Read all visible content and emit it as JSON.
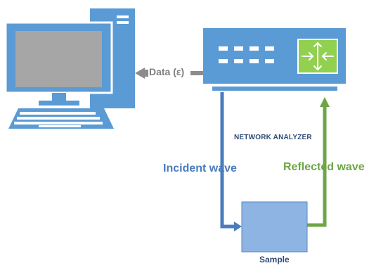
{
  "labels": {
    "data": "Data (ε)",
    "network_analyzer": "NETWORK ANALYZER",
    "incident_wave": "Incident wave",
    "reflected_wave": "Reflected wave",
    "sample": "Sample"
  },
  "icons": {
    "computer": "desktop-computer-icon",
    "analyzer": "network-analyzer-icon",
    "router": "router-arrows-icon"
  },
  "colors": {
    "device_blue": "#5b9bd5",
    "screen_gray": "#a6a6a6",
    "data_gray": "#8c8c8c",
    "incident_blue": "#4a7cbd",
    "reflected_green": "#6ea546",
    "router_green": "#92d050",
    "sample_fill": "#8eb4e3",
    "label_navy": "#2f4a76"
  }
}
